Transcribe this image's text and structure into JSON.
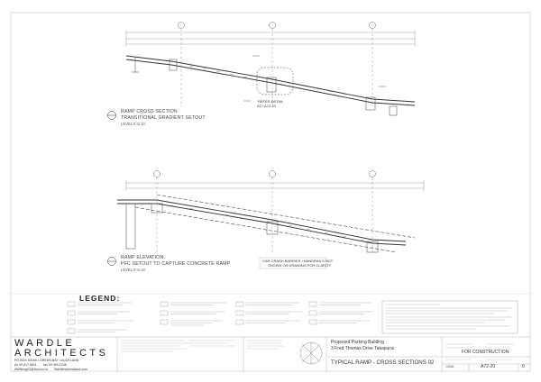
{
  "sections": {
    "top": {
      "title_line1": "RAMP CROSS SECTION",
      "title_line2": "TRANSITIONAL GRADIENT SETOUT",
      "scale": "LEVEL 0 to 3A"
    },
    "detail_callout": {
      "line1": "REFER DETAIL",
      "line2": "A2 / A72-10"
    },
    "bottom": {
      "title_line1": "RAMP ELEVATION",
      "title_line2": "PFC SETOUT TO CAPTURE CONCRETE RAMP",
      "scale": "LEVEL 0 to 3A"
    },
    "note": {
      "line1": "CAR CRASH BARRIER / HANDRAILS NOT",
      "line2": "SHOWN ON DRAWING FOR CLARITY"
    }
  },
  "legend": {
    "heading": "LEGEND:"
  },
  "practice": {
    "name_line1": "WARDLE",
    "name_line2": "ARCHITECTS",
    "address": "PO BOX 80169  •  GREEN BAY  •  AUCKLAND",
    "phone": "ph 09 817 8611",
    "fax": "fax 09 369 1248",
    "email": "AWfilesgh3@xtra.co.nz",
    "web": "Wardlesweetdavid.com"
  },
  "title_block": {
    "project_line1": "Proposed Parking Building",
    "project_line2": "3 Fred Thomas Drive  Takapuna",
    "drawing_title": "TYPICAL RAMP - CROSS SECTIONS 02",
    "status": "FOR CONSTRUCTION",
    "job_no": "14046",
    "sheet_no": "A72-20",
    "revision": "0"
  }
}
